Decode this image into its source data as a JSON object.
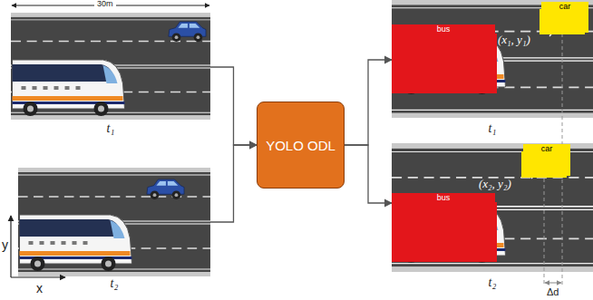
{
  "diagram": {
    "nodes": [
      {
        "text": [
          "t₁"
        ]
      },
      {
        "text": [
          "t₂"
        ]
      },
      {
        "text": [
          "YOLO ODL"
        ]
      },
      {
        "text": [
          "t₁"
        ]
      },
      {
        "text": [
          "bus"
        ],
        "in": 3
      },
      {
        "text": [
          "car"
        ],
        "in": 3
      },
      {
        "text": [
          "t₂"
        ]
      },
      {
        "text": [
          "bus"
        ],
        "in": 6
      },
      {
        "text": [
          "car"
        ],
        "in": 6
      }
    ],
    "edges": [
      {
        "from": 0,
        "to": 2,
        "arrow": "to"
      },
      {
        "from": 1,
        "to": 2,
        "arrow": "to"
      },
      {
        "from": 2,
        "to": 3,
        "arrow": "to"
      },
      {
        "from": 2,
        "to": 6,
        "arrow": "to"
      }
    ],
    "labels": [
      "30m",
      "y",
      "x",
      "(x₁, y₁)",
      "(x₂, y₂)",
      "Δd"
    ]
  }
}
